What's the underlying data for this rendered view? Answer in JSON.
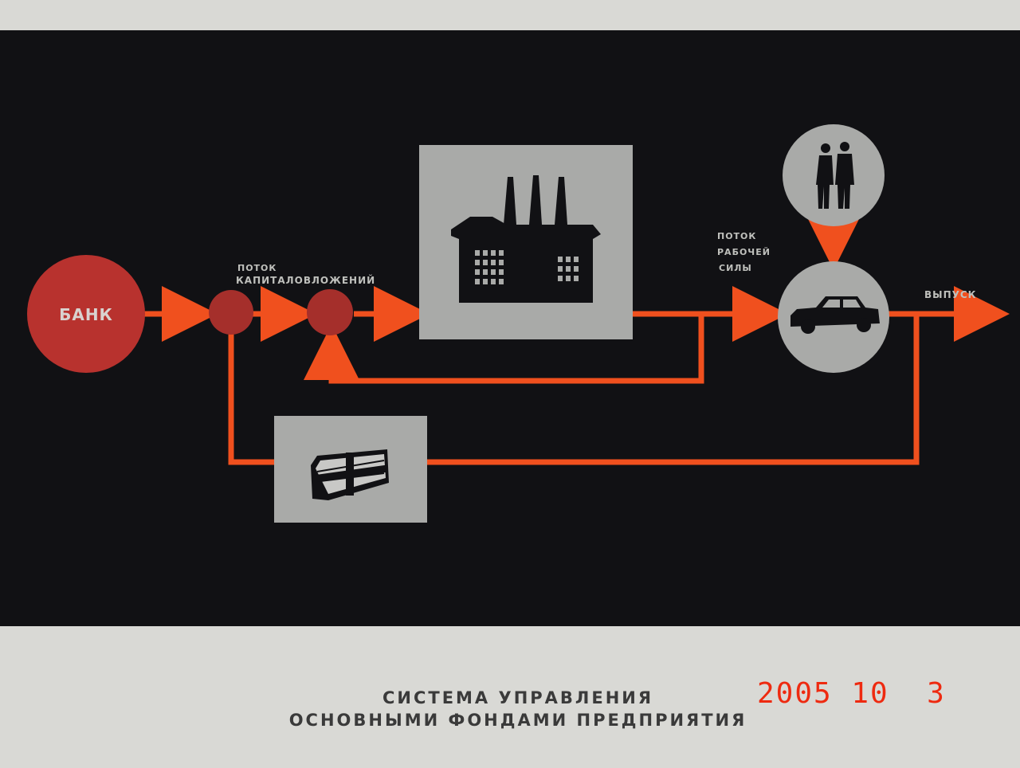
{
  "diagram": {
    "bank_label": "БАНК",
    "investment_flow_label": [
      "ПОТОК",
      "КАПИТАЛОВЛОЖЕНИЙ"
    ],
    "labor_flow_label": [
      "ПОТОК",
      "РАБОЧЕЙ",
      "СИЛЫ"
    ],
    "output_label": "ВЫПУСК",
    "icons": {
      "factory": "factory-icon",
      "workers": "workers-icon",
      "product": "car-icon",
      "funds": "banknote-stack-icon"
    },
    "colors": {
      "background": "#111114",
      "flow": "#f0501e",
      "node": "#b8322e",
      "box": "#a9aaa8",
      "text": "#bfc0bc"
    }
  },
  "caption": {
    "line1": "СИСТЕМА УПРАВЛЕНИЯ",
    "line2": "ОСНОВНЫМИ ФОНДАМИ ПРЕДПРИЯТИЯ"
  },
  "date_stamp": "2005 10  3"
}
